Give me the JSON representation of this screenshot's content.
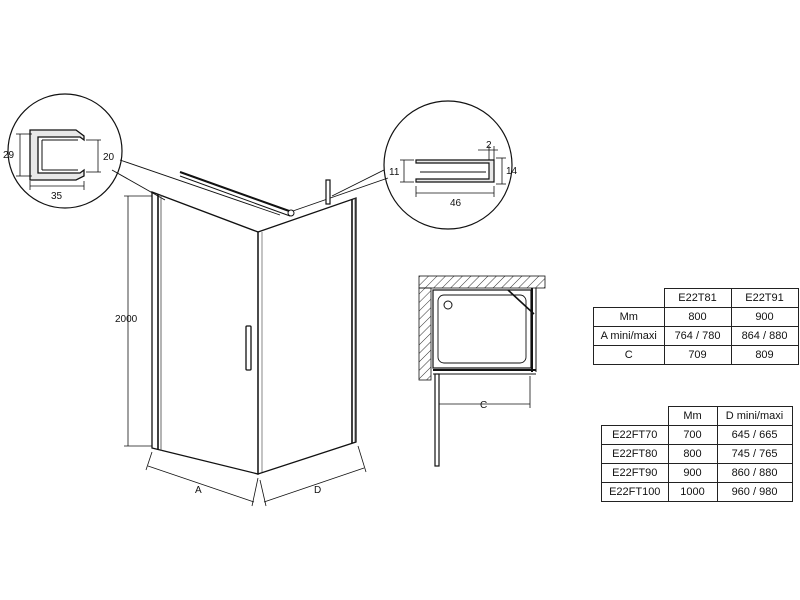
{
  "dimensions": {
    "profile_left": {
      "height": "29",
      "inner": "20",
      "width": "35"
    },
    "profile_right": {
      "gap": "2",
      "left": "11",
      "right": "14",
      "width": "46"
    },
    "enclosure": {
      "height": "2000",
      "side_a": "A",
      "side_d": "D"
    },
    "plan": {
      "c": "C"
    }
  },
  "table_models": {
    "columns": [
      "",
      "E22T81",
      "E22T91"
    ],
    "rows": [
      [
        "Mm",
        "800",
        "900"
      ],
      [
        "A mini/maxi",
        "764 / 780",
        "864 / 880"
      ],
      [
        "C",
        "709",
        "809"
      ]
    ]
  },
  "table_sides": {
    "columns": [
      "",
      "Mm",
      "D mini/maxi"
    ],
    "rows": [
      [
        "E22FT70",
        "700",
        "645 / 665"
      ],
      [
        "E22FT80",
        "800",
        "745 / 765"
      ],
      [
        "E22FT90",
        "900",
        "860 / 880"
      ],
      [
        "E22FT100",
        "1000",
        "960 / 980"
      ]
    ]
  }
}
